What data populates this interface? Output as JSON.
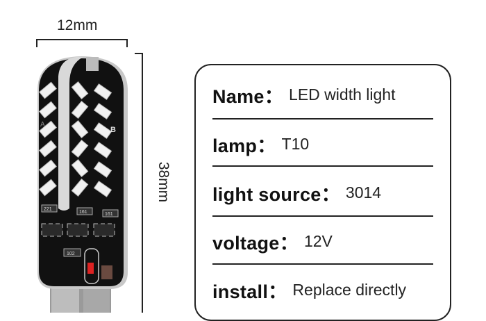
{
  "dimensions": {
    "width": "12mm",
    "height": "38mm"
  },
  "spec": [
    {
      "key": "Name：",
      "value": "LED width light"
    },
    {
      "key": "lamp：",
      "value": "T10"
    },
    {
      "key": "light source：",
      "value": "3014"
    },
    {
      "key": "voltage：",
      "value": "12V"
    },
    {
      "key": "install：",
      "value": "Replace directly"
    }
  ],
  "pcb_labels": {
    "side_a": "A",
    "side_b": "B",
    "r1": "221",
    "r2": "161",
    "r3": "161",
    "r4": "102"
  }
}
